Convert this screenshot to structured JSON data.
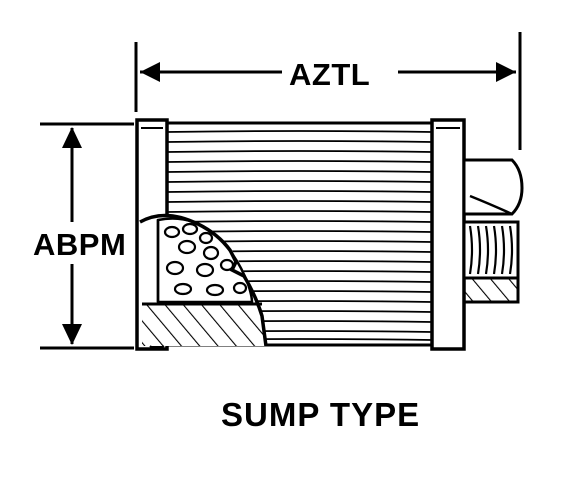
{
  "labels": {
    "width_dimension": "AZTL",
    "height_dimension": "ABPM"
  },
  "caption": "SUMP TYPE",
  "colors": {
    "ink": "#000000",
    "paper": "#ffffff"
  }
}
